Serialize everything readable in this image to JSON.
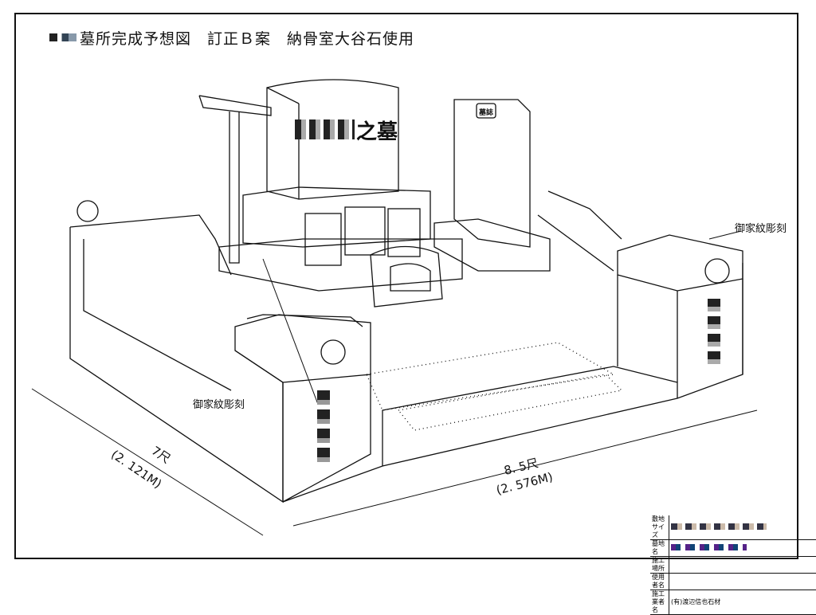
{
  "title": "墓所完成予想図　訂正Ｂ案　納骨室大谷石使用",
  "monument": {
    "inscription": "之墓",
    "epitaph_plaque": "墓誌"
  },
  "annotations": {
    "crest_left": "御家紋彫刻",
    "crest_right": "御家紋彫刻"
  },
  "dimensions": {
    "depth_shaku": "7尺",
    "depth_m": "(2. 121M)",
    "width_shaku": "8. 5尺",
    "width_m": "(2. 576M)"
  },
  "info_table": {
    "rows": [
      {
        "label": "敷地サイズ",
        "value": ""
      },
      {
        "label": "墓地名",
        "value": ""
      },
      {
        "label": "施工場所",
        "value": ""
      },
      {
        "label": "使用者名",
        "value": ""
      },
      {
        "label": "施工業者名",
        "value": "(有)渡辺信也石材"
      }
    ]
  }
}
